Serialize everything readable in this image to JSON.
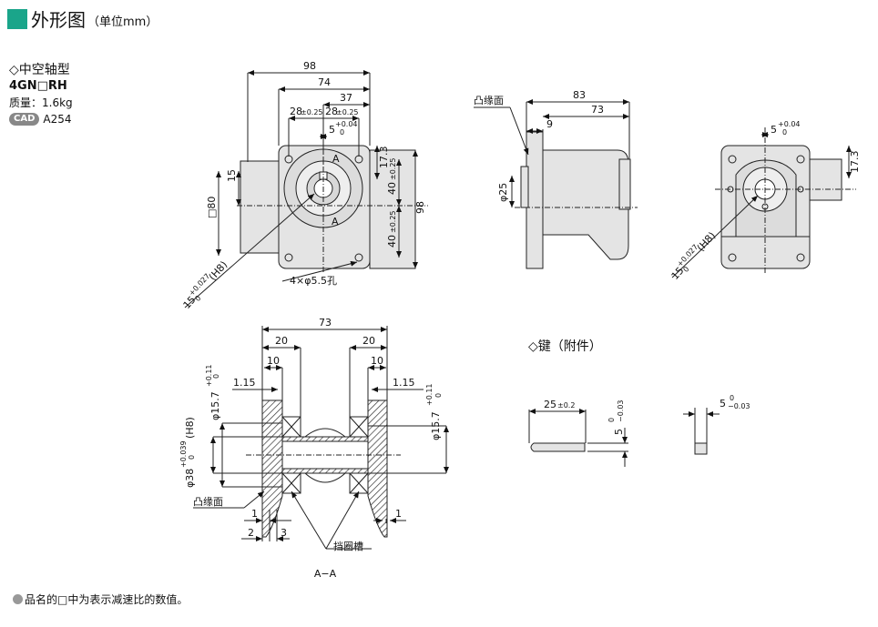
{
  "title": {
    "main": "外形图",
    "unit": "（单位mm）"
  },
  "product": {
    "heading": "◇中空轴型",
    "model": "4GN□RH",
    "mass": "质量：1.6kg",
    "cad_badge": "CAD",
    "cad_code": "A254"
  },
  "front_view": {
    "dim_98_top": "98",
    "dim_74": "74",
    "dim_37": "37",
    "dim_28a": "28",
    "tol_28a": "±0.25",
    "dim_28b": "28",
    "tol_28b": "±0.25",
    "dim_5": "5",
    "tol_5_up": "+0.04",
    "tol_5_lo": "0",
    "section_a_top": "A",
    "section_a_bottom": "A",
    "dim_15": "15",
    "dim_80": "□80",
    "dim_17_3": "17.3",
    "dim_40_top": "40",
    "tol_40_top": "±0.25",
    "dim_40_bot": "40",
    "tol_40_bot": "±0.25",
    "dim_98_right": "98",
    "holes": "4×φ5.5孔",
    "bore": "15",
    "bore_tol_up": "+0.027",
    "bore_tol_lo": "0",
    "bore_fit": "(H8)"
  },
  "side_view": {
    "flange_label": "凸缘面",
    "dim_83": "83",
    "dim_73": "73",
    "dim_9": "9",
    "dim_phi25": "φ25"
  },
  "rear_view": {
    "dim_5": "5",
    "tol_5_up": "+0.04",
    "tol_5_lo": "0",
    "dim_17_3": "17.3",
    "bore": "15",
    "bore_tol_up": "+0.027",
    "bore_tol_lo": "0",
    "bore_fit": "(H8)"
  },
  "section_view": {
    "dim_73": "73",
    "dim_20a": "20",
    "dim_20b": "20",
    "dim_10a": "10",
    "dim_10b": "10",
    "dim_1_15a": "1.15",
    "dim_1_15b": "1.15",
    "phi_15_7a": "φ15.7",
    "tol_15_7a_up": "+0.11",
    "tol_15_7a_lo": "0",
    "phi_15_7b": "φ15.7",
    "tol_15_7b_up": "+0.11",
    "tol_15_7b_lo": "0",
    "h8": "(H8)",
    "phi38": "φ38",
    "tol38_up": "+0.039",
    "tol38_lo": "0",
    "flange_label": "凸缘面",
    "dim_1a": "1",
    "dim_2": "2",
    "dim_3": "3",
    "dim_1b": "1",
    "groove": "挡圈槽",
    "section_label": "A−A"
  },
  "key": {
    "title": "◇键（附件）",
    "dim_25": "25",
    "tol_25": "±0.2",
    "dim_5v": "5",
    "tol_5v_up": "0",
    "tol_5v_lo": "−0.03",
    "dim_5h": "5",
    "tol_5h_up": "0",
    "tol_5h_lo": "−0.03"
  },
  "footnote": "品名的□中为表示减速比的数值。"
}
